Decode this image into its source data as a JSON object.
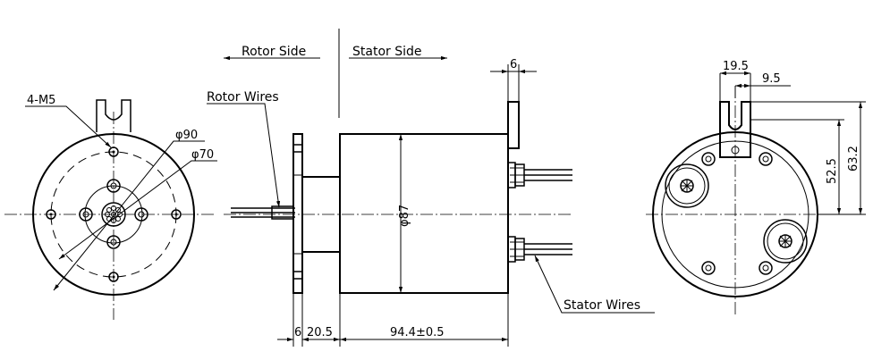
{
  "labels": {
    "rotor_side": "Rotor Side",
    "stator_side": "Stator Side",
    "rotor_wires": "Rotor Wires",
    "stator_wires": "Stator Wires",
    "thread": "4-M5",
    "dia90": "φ90",
    "dia70": "φ70",
    "dia87": "φ87"
  },
  "dimensions": {
    "flange_thickness": "6",
    "flange_thickness_bottom": "6",
    "neck_length": "20.5",
    "body_length": "94.4±0.5",
    "tab_width": "19.5",
    "tab_slot_offset": "9.5",
    "height_52": "52.5",
    "height_63": "63.2"
  }
}
